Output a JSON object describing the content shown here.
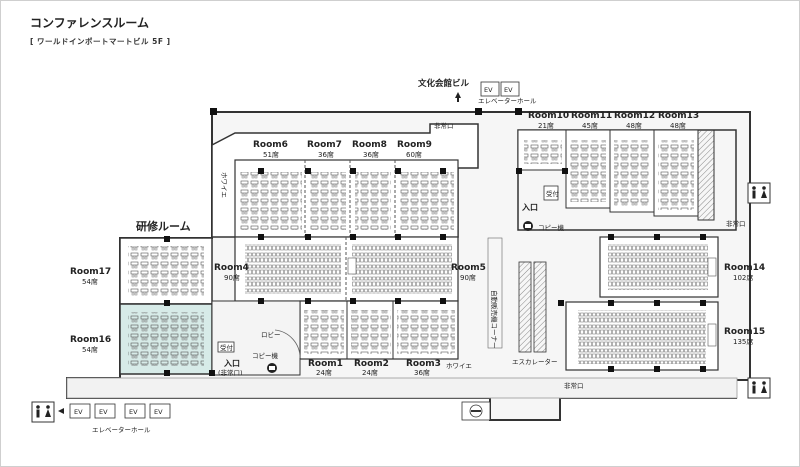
{
  "header": {
    "title": "コンファレンスルーム",
    "subtitle": "[ ワールドインポートマートビル 5F ]"
  },
  "map": {
    "bunka_kaikan": "文化会館ビル",
    "ev": "EV",
    "elevator_hall": "エレベーターホール",
    "emergency_exit": "非常口",
    "hoyer": "ホワイエ",
    "lobby": "ロビー",
    "copy_machine": "コピー機",
    "reception": "受付",
    "entrance": "入口",
    "entrance_emergency": "(非常口)",
    "training_room": "研修ルーム",
    "escalator": "エスカレーター",
    "vending": "自動販売機コーナー"
  },
  "rooms": {
    "r1": {
      "name": "Room1",
      "seats": "24席"
    },
    "r2": {
      "name": "Room2",
      "seats": "24席"
    },
    "r3": {
      "name": "Room3",
      "seats": "36席"
    },
    "r4": {
      "name": "Room4",
      "seats": "90席"
    },
    "r5": {
      "name": "Room5",
      "seats": "90席"
    },
    "r6": {
      "name": "Room6",
      "seats": "51席"
    },
    "r7": {
      "name": "Room7",
      "seats": "36席"
    },
    "r8": {
      "name": "Room8",
      "seats": "36席"
    },
    "r9": {
      "name": "Room9",
      "seats": "60席"
    },
    "r10": {
      "name": "Room10",
      "seats": "21席"
    },
    "r11": {
      "name": "Room11",
      "seats": "45席"
    },
    "r12": {
      "name": "Room12",
      "seats": "48席"
    },
    "r13": {
      "name": "Room13",
      "seats": "48席"
    },
    "r14": {
      "name": "Room14",
      "seats": "102席"
    },
    "r15": {
      "name": "Room15",
      "seats": "135席"
    },
    "r16": {
      "name": "Room16",
      "seats": "54席"
    },
    "r17": {
      "name": "Room17",
      "seats": "54席"
    }
  },
  "colors": {
    "wall": "#333333",
    "pillar": "#111111",
    "room16_fill": "#d7ebe8",
    "corridor": "#f2f2f2",
    "gray_block": "#bdbdbd"
  }
}
